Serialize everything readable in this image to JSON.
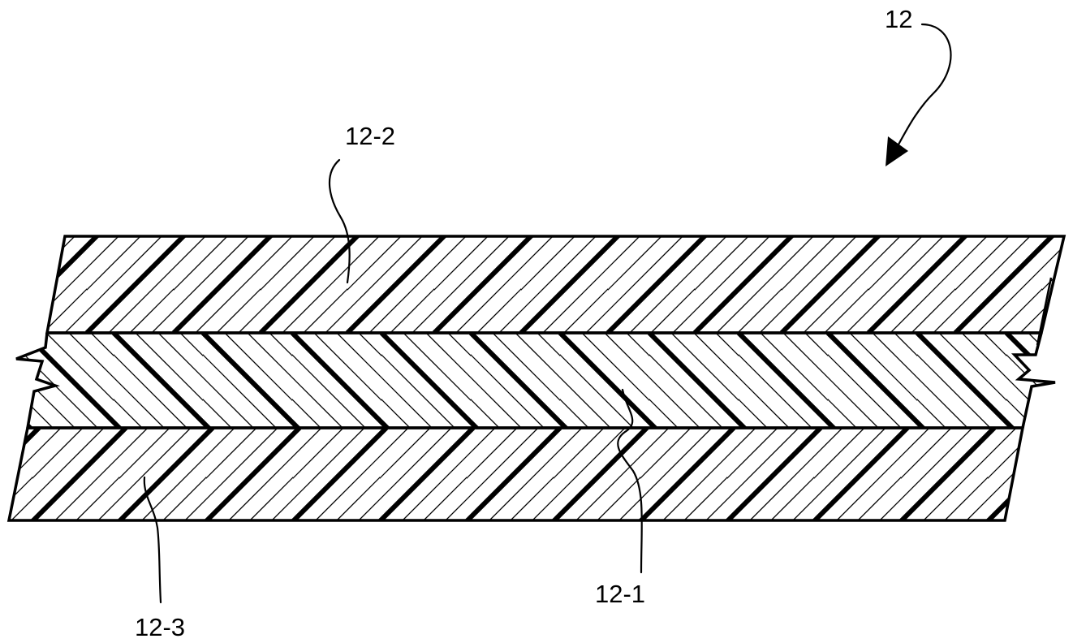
{
  "figure": {
    "labels": {
      "assembly": "12",
      "core_layer": "12-1",
      "top_layer": "12-2",
      "bottom_layer": "12-3"
    }
  }
}
